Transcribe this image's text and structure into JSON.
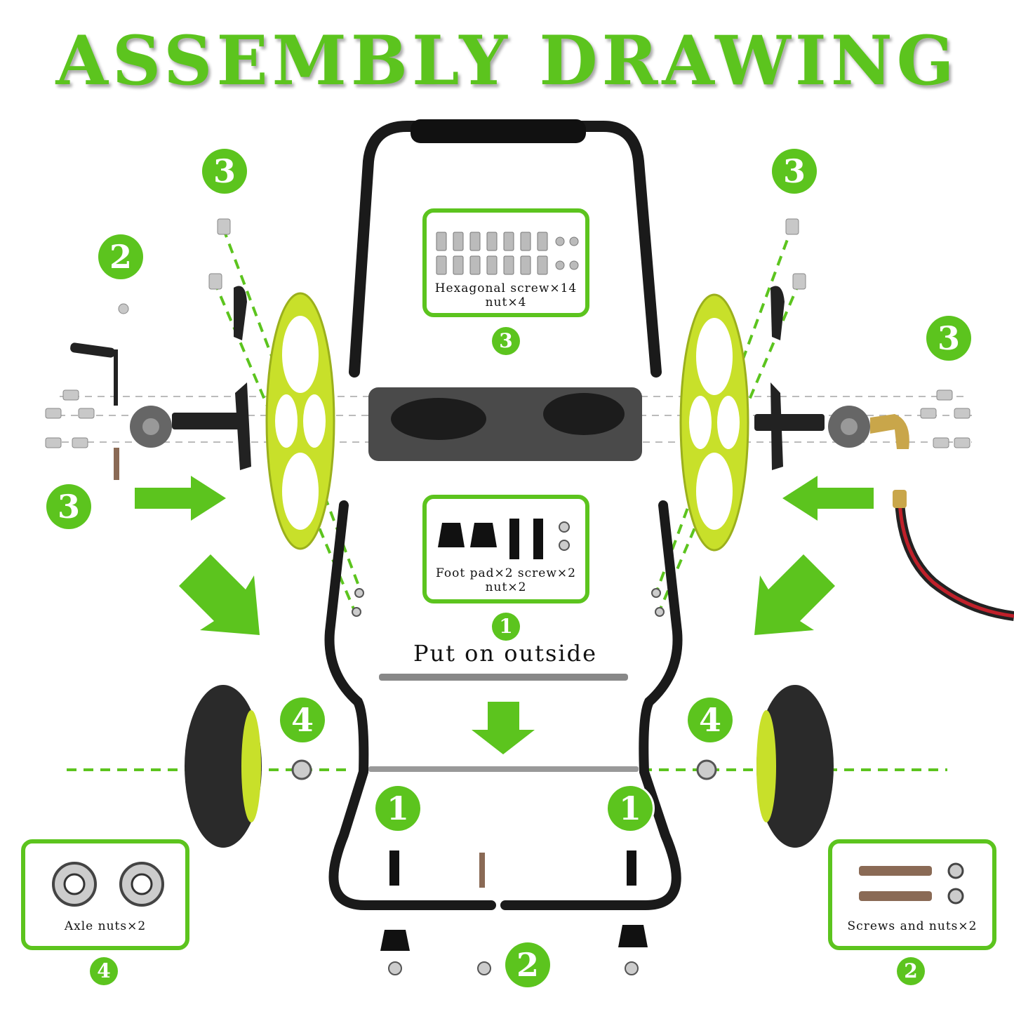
{
  "title": "ASSEMBLY DRAWING",
  "put_on_outside": "Put on outside",
  "boxes": {
    "hex": {
      "line1": "Hexagonal screw×14",
      "line2": "nut×4",
      "step": "3"
    },
    "foot": {
      "line1": "Foot pad×2 screw×2",
      "line2": "nut×2",
      "step": "1"
    },
    "axle": {
      "line1": "Axle nuts×2",
      "step": "4"
    },
    "screws": {
      "line1": "Screws and nuts×2",
      "step": "2"
    }
  },
  "steps": {
    "top_left_3": "3",
    "left_2": "2",
    "top_right_3": "3",
    "right_3": "3",
    "left_arrow_3": "3",
    "left_4": "4",
    "right_4": "4",
    "bottom_left_1": "1",
    "bottom_right_1": "1",
    "bottom_2": "2"
  },
  "colors": {
    "accent": "#5cc41e",
    "wheel": "#c8e02a",
    "frame": "#1a1a1a",
    "hose_red": "#c0202a"
  }
}
